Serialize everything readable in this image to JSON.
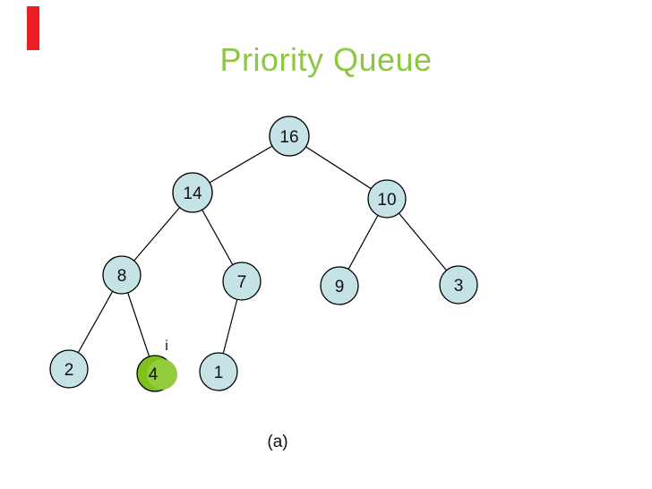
{
  "slide": {
    "title": "Priority Queue",
    "caption": "(a)"
  },
  "colors": {
    "title_green": "#8DC63F",
    "node_fill": "#C5E2E7",
    "node_stroke": "#000000",
    "highlight_fill": "#7EC11B",
    "highlight_overlay": "#92CB3E",
    "accent_red": "#EE1C25",
    "background": "#FFFFFF"
  },
  "tree": {
    "type": "binary-max-heap",
    "pointer_label": "i",
    "pointer_points_to": "4",
    "nodes": [
      {
        "label": "16",
        "highlighted": false
      },
      {
        "label": "14",
        "highlighted": false
      },
      {
        "label": "10",
        "highlighted": false
      },
      {
        "label": "8",
        "highlighted": false
      },
      {
        "label": "7",
        "highlighted": false
      },
      {
        "label": "9",
        "highlighted": false
      },
      {
        "label": "3",
        "highlighted": false
      },
      {
        "label": "2",
        "highlighted": false
      },
      {
        "label": "4",
        "highlighted": true
      },
      {
        "label": "1",
        "highlighted": false
      }
    ],
    "edges": [
      [
        "16",
        "14"
      ],
      [
        "16",
        "10"
      ],
      [
        "14",
        "8"
      ],
      [
        "14",
        "7"
      ],
      [
        "10",
        "9"
      ],
      [
        "10",
        "3"
      ],
      [
        "8",
        "2"
      ],
      [
        "8",
        "4"
      ],
      [
        "7",
        "1"
      ]
    ]
  }
}
